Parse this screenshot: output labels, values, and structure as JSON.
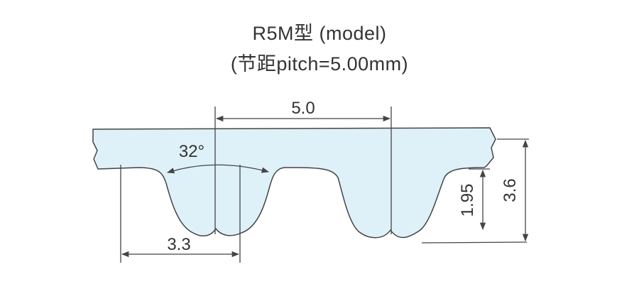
{
  "diagram": {
    "title_line_1": "R5M型 (model)",
    "title_line_2": "(节距pitch=5.00mm)",
    "dimensions": {
      "pitch": "5.0",
      "angle": "32°",
      "tooth_width": "3.3",
      "tooth_height": "1.95",
      "total_height": "3.6"
    }
  },
  "colors": {
    "belt_fill": "#dff1f8",
    "line": "#444444",
    "text": "#333333"
  }
}
